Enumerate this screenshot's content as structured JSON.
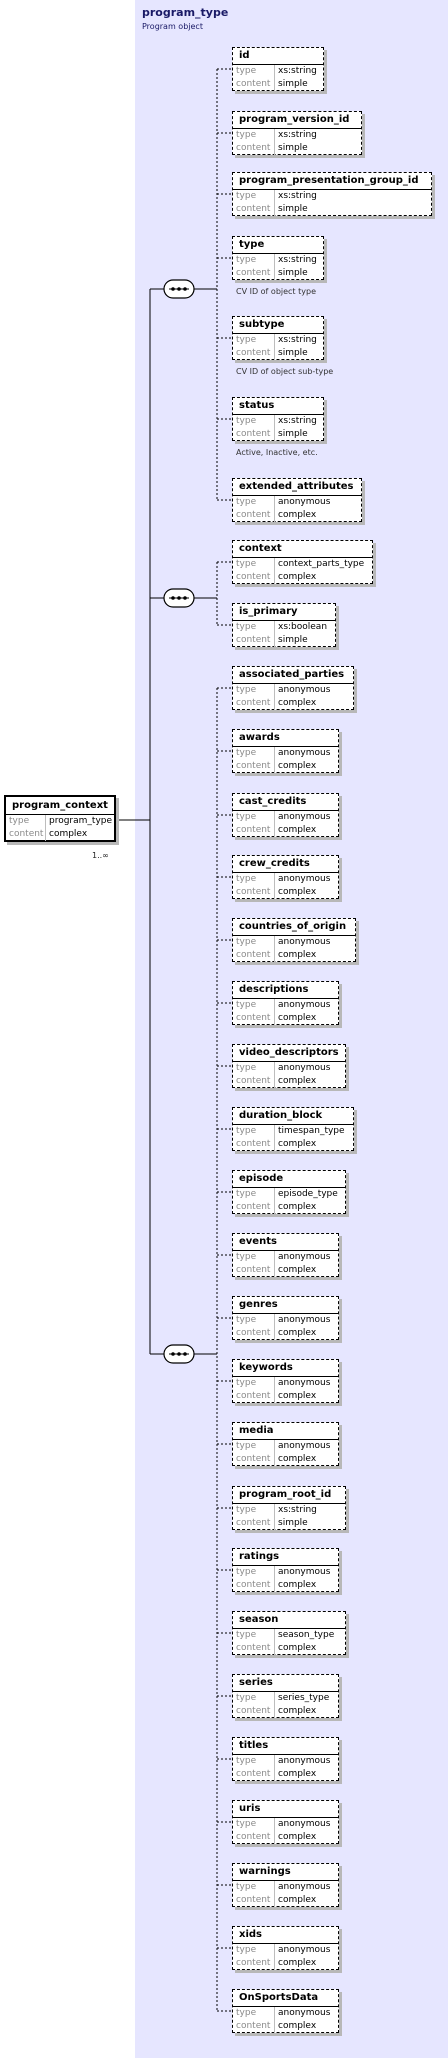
{
  "header": {
    "title": "program_type",
    "subtitle": "Program object"
  },
  "root": {
    "name": "program_context",
    "type": "program_type",
    "content": "complex",
    "cardinality": "1..∞"
  },
  "labels": {
    "type": "type",
    "content": "content"
  },
  "groups": [
    {
      "elements": [
        {
          "name": "id",
          "type": "xs:string",
          "content": "simple",
          "note": ""
        },
        {
          "name": "program_version_id",
          "type": "xs:string",
          "content": "simple",
          "note": ""
        },
        {
          "name": "program_presentation_group_id",
          "type": "xs:string",
          "content": "simple",
          "note": ""
        },
        {
          "name": "type",
          "type": "xs:string",
          "content": "simple",
          "note": "CV ID of object type"
        },
        {
          "name": "subtype",
          "type": "xs:string",
          "content": "simple",
          "note": "CV ID of object sub-type"
        },
        {
          "name": "status",
          "type": "xs:string",
          "content": "simple",
          "note": "Active, Inactive, etc."
        },
        {
          "name": "extended_attributes",
          "type": "anonymous",
          "content": "complex",
          "note": ""
        }
      ]
    },
    {
      "elements": [
        {
          "name": "context",
          "type": "context_parts_type",
          "content": "complex",
          "note": ""
        },
        {
          "name": "is_primary",
          "type": "xs:boolean",
          "content": "simple",
          "note": ""
        }
      ]
    },
    {
      "elements": [
        {
          "name": "associated_parties",
          "type": "anonymous",
          "content": "complex",
          "note": ""
        },
        {
          "name": "awards",
          "type": "anonymous",
          "content": "complex",
          "note": ""
        },
        {
          "name": "cast_credits",
          "type": "anonymous",
          "content": "complex",
          "note": ""
        },
        {
          "name": "crew_credits",
          "type": "anonymous",
          "content": "complex",
          "note": ""
        },
        {
          "name": "countries_of_origin",
          "type": "anonymous",
          "content": "complex",
          "note": ""
        },
        {
          "name": "descriptions",
          "type": "anonymous",
          "content": "complex",
          "note": ""
        },
        {
          "name": "video_descriptors",
          "type": "anonymous",
          "content": "complex",
          "note": ""
        },
        {
          "name": "duration_block",
          "type": "timespan_type",
          "content": "complex",
          "note": ""
        },
        {
          "name": "episode",
          "type": "episode_type",
          "content": "complex",
          "note": ""
        },
        {
          "name": "events",
          "type": "anonymous",
          "content": "complex",
          "note": ""
        },
        {
          "name": "genres",
          "type": "anonymous",
          "content": "complex",
          "note": ""
        },
        {
          "name": "keywords",
          "type": "anonymous",
          "content": "complex",
          "note": ""
        },
        {
          "name": "media",
          "type": "anonymous",
          "content": "complex",
          "note": ""
        },
        {
          "name": "program_root_id",
          "type": "xs:string",
          "content": "simple",
          "note": ""
        },
        {
          "name": "ratings",
          "type": "anonymous",
          "content": "complex",
          "note": ""
        },
        {
          "name": "season",
          "type": "season_type",
          "content": "complex",
          "note": ""
        },
        {
          "name": "series",
          "type": "series_type",
          "content": "complex",
          "note": ""
        },
        {
          "name": "titles",
          "type": "anonymous",
          "content": "complex",
          "note": ""
        },
        {
          "name": "uris",
          "type": "anonymous",
          "content": "complex",
          "note": ""
        },
        {
          "name": "warnings",
          "type": "anonymous",
          "content": "complex",
          "note": ""
        },
        {
          "name": "xids",
          "type": "anonymous",
          "content": "complex",
          "note": ""
        },
        {
          "name": "OnSportsData",
          "type": "anonymous",
          "content": "complex",
          "note": ""
        }
      ]
    }
  ]
}
